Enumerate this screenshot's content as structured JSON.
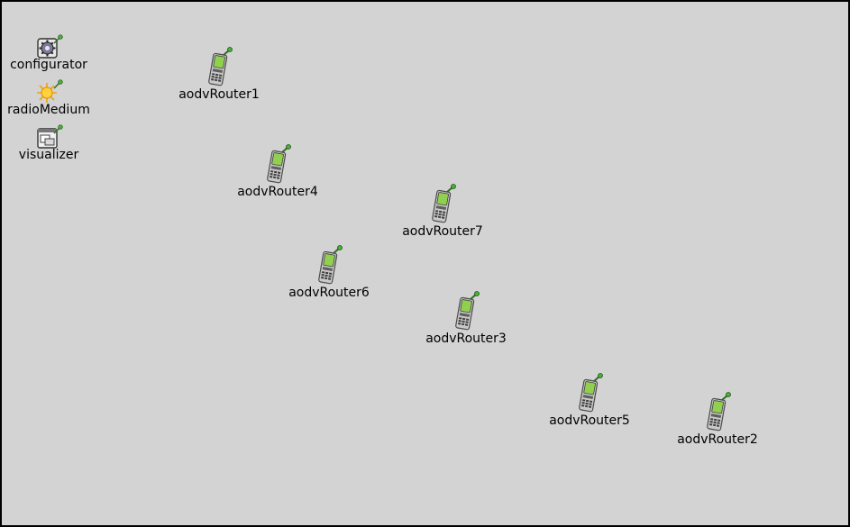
{
  "modules": {
    "configurator": {
      "label": "configurator",
      "icon": "gear-icon"
    },
    "radioMedium": {
      "label": "radioMedium",
      "icon": "sun-icon"
    },
    "visualizer": {
      "label": "visualizer",
      "icon": "window-icon"
    }
  },
  "nodes": {
    "r1": {
      "label": "aodvRouter1",
      "icon": "mobile-phone-icon"
    },
    "r2": {
      "label": "aodvRouter2",
      "icon": "mobile-phone-icon"
    },
    "r3": {
      "label": "aodvRouter3",
      "icon": "mobile-phone-icon"
    },
    "r4": {
      "label": "aodvRouter4",
      "icon": "mobile-phone-icon"
    },
    "r5": {
      "label": "aodvRouter5",
      "icon": "mobile-phone-icon"
    },
    "r6": {
      "label": "aodvRouter6",
      "icon": "mobile-phone-icon"
    },
    "r7": {
      "label": "aodvRouter7",
      "icon": "mobile-phone-icon"
    }
  },
  "colors": {
    "background": "#d3d3d3",
    "border": "#000000",
    "phone_screen": "#8fd14f",
    "antenna": "#3aa02a"
  }
}
